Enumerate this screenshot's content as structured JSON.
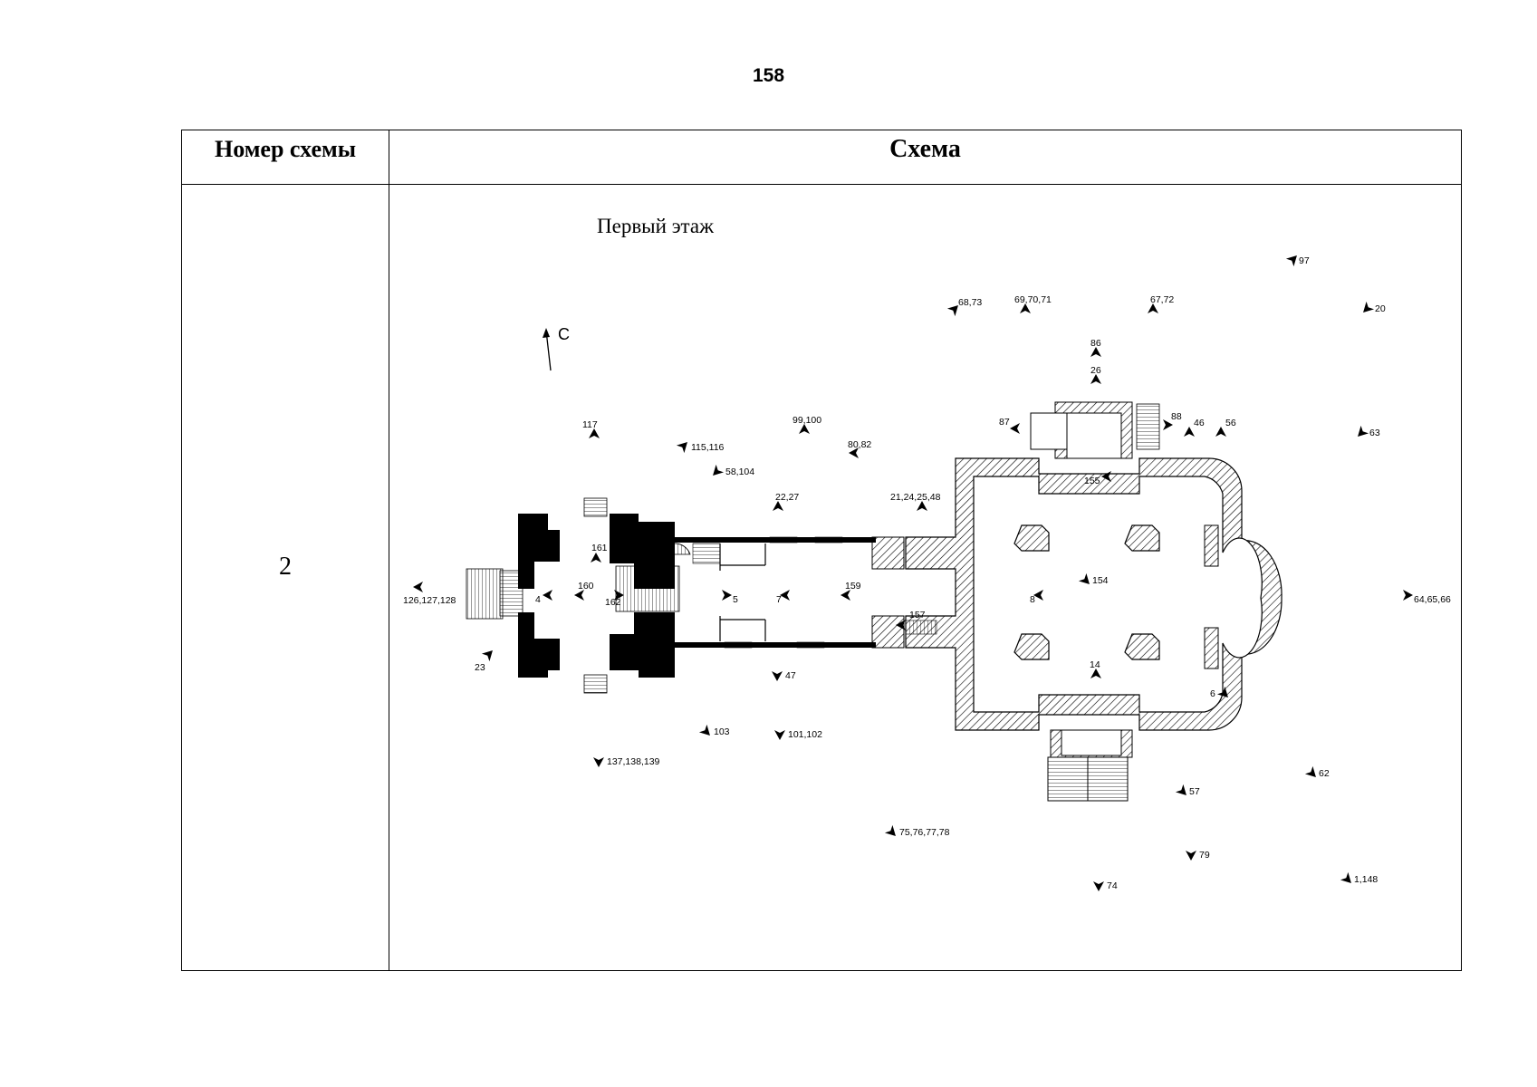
{
  "page_number": "158",
  "table": {
    "header_number": "Номер схемы",
    "header_scheme": "Схема",
    "scheme_number": "2",
    "floor_label": "Первый этаж",
    "north_label": "С"
  },
  "photo_points": [
    {
      "label": "97",
      "dir": "ne"
    },
    {
      "label": "68,73",
      "dir": "ne"
    },
    {
      "label": "69,70,71",
      "dir": "n"
    },
    {
      "label": "67,72",
      "dir": "n"
    },
    {
      "label": "20",
      "dir": "sw"
    },
    {
      "label": "86",
      "dir": "n"
    },
    {
      "label": "26",
      "dir": "n"
    },
    {
      "label": "117",
      "dir": "n"
    },
    {
      "label": "99,100",
      "dir": "n"
    },
    {
      "label": "115,116",
      "dir": "ne"
    },
    {
      "label": "80,82",
      "dir": "w"
    },
    {
      "label": "87",
      "dir": "w"
    },
    {
      "label": "88",
      "dir": "e"
    },
    {
      "label": "46",
      "dir": "n"
    },
    {
      "label": "56",
      "dir": "n"
    },
    {
      "label": "63",
      "dir": "sw"
    },
    {
      "label": "58,104",
      "dir": "sw"
    },
    {
      "label": "155",
      "dir": "w"
    },
    {
      "label": "22,27",
      "dir": "n"
    },
    {
      "label": "21,24,25,48",
      "dir": "n"
    },
    {
      "label": "161",
      "dir": "n"
    },
    {
      "label": "126,127,128",
      "dir": "w"
    },
    {
      "label": "4",
      "dir": "w"
    },
    {
      "label": "160",
      "dir": "w"
    },
    {
      "label": "162",
      "dir": "e"
    },
    {
      "label": "5",
      "dir": "e"
    },
    {
      "label": "7",
      "dir": "w"
    },
    {
      "label": "159",
      "dir": "w"
    },
    {
      "label": "154",
      "dir": "se"
    },
    {
      "label": "8",
      "dir": "w"
    },
    {
      "label": "64,65,66",
      "dir": "e"
    },
    {
      "label": "157",
      "dir": "w"
    },
    {
      "label": "23",
      "dir": "ne"
    },
    {
      "label": "47",
      "dir": "s"
    },
    {
      "label": "14",
      "dir": "n"
    },
    {
      "label": "6",
      "dir": "se"
    },
    {
      "label": "103",
      "dir": "se"
    },
    {
      "label": "101,102",
      "dir": "s"
    },
    {
      "label": "137,138,139",
      "dir": "s"
    },
    {
      "label": "62",
      "dir": "se"
    },
    {
      "label": "57",
      "dir": "se"
    },
    {
      "label": "75,76,77,78",
      "dir": "se"
    },
    {
      "label": "79",
      "dir": "s"
    },
    {
      "label": "74",
      "dir": "s"
    },
    {
      "label": "1,148",
      "dir": "se"
    }
  ]
}
